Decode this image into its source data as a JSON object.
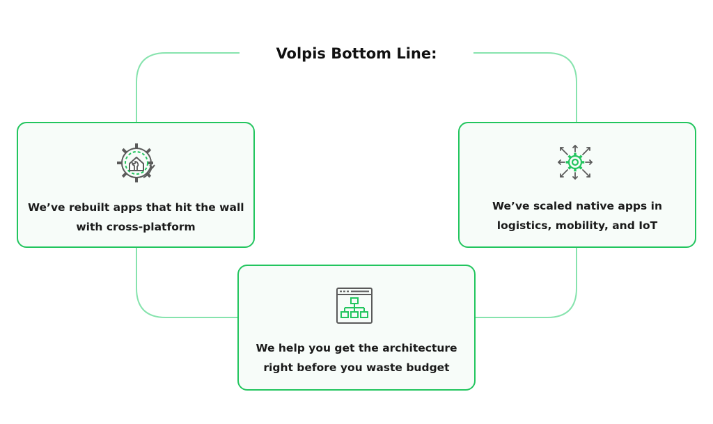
{
  "title": "Volpis Bottom Line:",
  "colors": {
    "accent": "#22c55e",
    "connector": "#86e3ad",
    "card_background": "#f7fcf9",
    "icon_gray": "#5a5a5a",
    "text": "#1a1a1a"
  },
  "cards": [
    {
      "id": "rebuilt",
      "icon": "gear-house-wrench-icon",
      "lines": [
        "We’ve rebuilt apps that hit the wall",
        "with cross-platform"
      ]
    },
    {
      "id": "scaled",
      "icon": "gear-expand-arrows-icon",
      "lines": [
        "We’ve scaled native apps in",
        "logistics, mobility, and IoT"
      ]
    },
    {
      "id": "architecture",
      "icon": "browser-sitemap-icon",
      "lines": [
        "We help you get the architecture",
        "right before you waste budget"
      ]
    }
  ]
}
